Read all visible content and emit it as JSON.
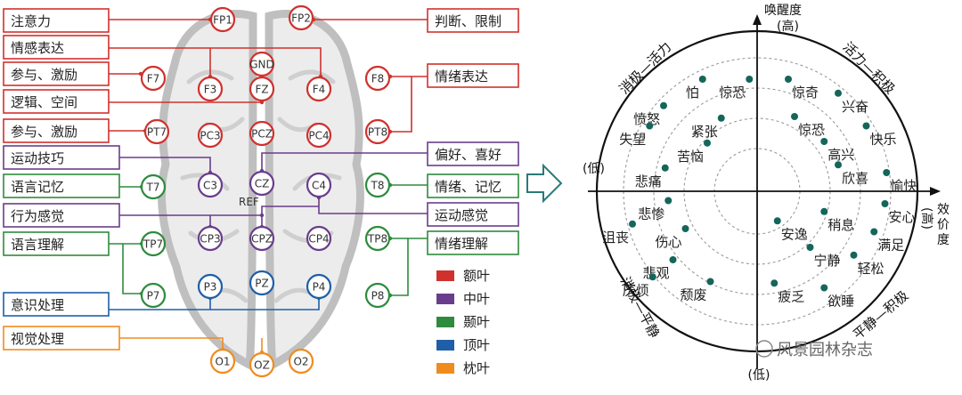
{
  "colors": {
    "frontal": "#d0312d",
    "central": "#6a3d8c",
    "temporal": "#2e8b3e",
    "parietal": "#1f5fa8",
    "occipital": "#f08c1e",
    "brain": "#bfbfbf",
    "dot": "#14665a"
  },
  "left_panel": {
    "labels": [
      {
        "text": "注意力",
        "lobe": "frontal"
      },
      {
        "text": "情感表达",
        "lobe": "frontal"
      },
      {
        "text": "参与、激励",
        "lobe": "frontal"
      },
      {
        "text": "逻辑、空间",
        "lobe": "frontal"
      },
      {
        "text": "参与、激励",
        "lobe": "frontal"
      },
      {
        "text": "运动技巧",
        "lobe": "central"
      },
      {
        "text": "语言记忆",
        "lobe": "temporal"
      },
      {
        "text": "行为感觉",
        "lobe": "central"
      },
      {
        "text": "语言理解",
        "lobe": "temporal"
      },
      {
        "text": "意识处理",
        "lobe": "parietal"
      },
      {
        "text": "视觉处理",
        "lobe": "occipital"
      }
    ],
    "right_labels": [
      {
        "text": "判断、限制",
        "lobe": "frontal"
      },
      {
        "text": "情绪表达",
        "lobe": "frontal"
      },
      {
        "text": "偏好、喜好",
        "lobe": "central"
      },
      {
        "text": "情绪、记忆",
        "lobe": "temporal"
      },
      {
        "text": "运动感觉",
        "lobe": "central"
      },
      {
        "text": "情绪理解",
        "lobe": "temporal"
      }
    ],
    "electrodes": [
      {
        "name": "FP1",
        "lobe": "frontal"
      },
      {
        "name": "FP2",
        "lobe": "frontal"
      },
      {
        "name": "GND",
        "lobe": "frontal"
      },
      {
        "name": "F7",
        "lobe": "frontal"
      },
      {
        "name": "F3",
        "lobe": "frontal"
      },
      {
        "name": "FZ",
        "lobe": "frontal"
      },
      {
        "name": "F4",
        "lobe": "frontal"
      },
      {
        "name": "F8",
        "lobe": "frontal"
      },
      {
        "name": "PT7",
        "lobe": "frontal"
      },
      {
        "name": "PC3",
        "lobe": "frontal"
      },
      {
        "name": "PCZ",
        "lobe": "frontal"
      },
      {
        "name": "PC4",
        "lobe": "frontal"
      },
      {
        "name": "PT8",
        "lobe": "frontal"
      },
      {
        "name": "C3",
        "lobe": "central"
      },
      {
        "name": "CZ",
        "lobe": "central"
      },
      {
        "name": "C4",
        "lobe": "central"
      },
      {
        "name": "T7",
        "lobe": "temporal"
      },
      {
        "name": "T8",
        "lobe": "temporal"
      },
      {
        "name": "CP3",
        "lobe": "central"
      },
      {
        "name": "CPZ",
        "lobe": "central"
      },
      {
        "name": "CP4",
        "lobe": "central"
      },
      {
        "name": "TP7",
        "lobe": "temporal"
      },
      {
        "name": "TP8",
        "lobe": "temporal"
      },
      {
        "name": "P7",
        "lobe": "temporal"
      },
      {
        "name": "P3",
        "lobe": "parietal"
      },
      {
        "name": "PZ",
        "lobe": "parietal"
      },
      {
        "name": "P4",
        "lobe": "parietal"
      },
      {
        "name": "P8",
        "lobe": "temporal"
      },
      {
        "name": "O1",
        "lobe": "occipital"
      },
      {
        "name": "OZ",
        "lobe": "occipital"
      },
      {
        "name": "O2",
        "lobe": "occipital"
      }
    ],
    "ref_label": "REF",
    "legend": [
      {
        "text": "额叶",
        "lobe": "frontal"
      },
      {
        "text": "中叶",
        "lobe": "central"
      },
      {
        "text": "颞叶",
        "lobe": "temporal"
      },
      {
        "text": "顶叶",
        "lobe": "parietal"
      },
      {
        "text": "枕叶",
        "lobe": "occipital"
      }
    ]
  },
  "right_panel": {
    "y_axis_label_1": "唤醒度",
    "y_axis_label_2": "(高)",
    "y_low": "(低)",
    "x_low": "(低)",
    "x_axis_label_1": "效",
    "x_axis_label_2": "价",
    "x_axis_label_3": "度",
    "x_high": "(高)",
    "quadrants": {
      "top_left": "消极—活力",
      "top_right": "活力—积极",
      "bottom_left": "消极—平静",
      "bottom_right": "平静—积极"
    },
    "emotions": [
      {
        "text": "怕",
        "valence": -0.35,
        "arousal": 0.72
      },
      {
        "text": "惊恐",
        "valence": -0.05,
        "arousal": 0.72
      },
      {
        "text": "愤怒",
        "valence": -0.6,
        "arousal": 0.55
      },
      {
        "text": "失望",
        "valence": -0.69,
        "arousal": 0.42
      },
      {
        "text": "紧张",
        "valence": -0.23,
        "arousal": 0.47
      },
      {
        "text": "苦恼",
        "valence": -0.32,
        "arousal": 0.31
      },
      {
        "text": "悲痛",
        "valence": -0.59,
        "arousal": 0.15
      },
      {
        "text": "惊奇",
        "valence": 0.2,
        "arousal": 0.72
      },
      {
        "text": "兴奋",
        "valence": 0.52,
        "arousal": 0.63
      },
      {
        "text": "惊恐",
        "valence": 0.24,
        "arousal": 0.48
      },
      {
        "text": "快乐",
        "valence": 0.7,
        "arousal": 0.42
      },
      {
        "text": "高兴",
        "valence": 0.43,
        "arousal": 0.32
      },
      {
        "text": "欣喜",
        "valence": 0.52,
        "arousal": 0.17
      },
      {
        "text": "愉快",
        "valence": 0.83,
        "arousal": 0.12
      },
      {
        "text": "悲惨",
        "valence": -0.57,
        "arousal": -0.06
      },
      {
        "text": "沮丧",
        "valence": -0.8,
        "arousal": -0.21
      },
      {
        "text": "伤心",
        "valence": -0.46,
        "arousal": -0.24
      },
      {
        "text": "悲观",
        "valence": -0.54,
        "arousal": -0.44
      },
      {
        "text": "厌烦",
        "valence": -0.67,
        "arousal": -0.55
      },
      {
        "text": "颓废",
        "valence": -0.3,
        "arousal": -0.58
      },
      {
        "text": "安心",
        "valence": 0.82,
        "arousal": -0.08
      },
      {
        "text": "稍息",
        "valence": 0.43,
        "arousal": -0.13
      },
      {
        "text": "安逸",
        "valence": 0.13,
        "arousal": -0.19
      },
      {
        "text": "满足",
        "valence": 0.75,
        "arousal": -0.26
      },
      {
        "text": "宁静",
        "valence": 0.34,
        "arousal": -0.36
      },
      {
        "text": "轻松",
        "valence": 0.62,
        "arousal": -0.41
      },
      {
        "text": "疲乏",
        "valence": 0.11,
        "arousal": -0.59
      },
      {
        "text": "欲睡",
        "valence": 0.43,
        "arousal": -0.62
      }
    ]
  },
  "watermark": "风景园林杂志"
}
